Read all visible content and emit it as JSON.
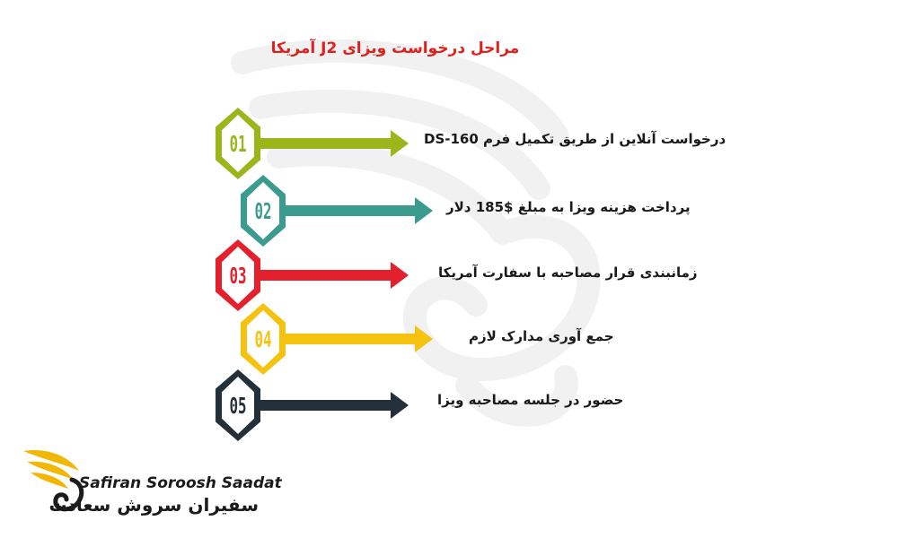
{
  "title": "مراحل درخواست ویزای J2 آمریکا",
  "steps": [
    {
      "number": "01",
      "text": "درخواست آنلاین از طریق تکمیل فرم DS-160",
      "color": "#9bb51a"
    },
    {
      "number": "02",
      "text": "پرداخت هزینه ویزا به مبلغ $185 دلار",
      "color": "#3c9b8f"
    },
    {
      "number": "03",
      "text": "زمانبندی قرار مصاحبه با سفارت آمریکا",
      "color": "#e3202c"
    },
    {
      "number": "04",
      "text": "جمع آوری مدارک لازم",
      "color": "#f4c20f"
    },
    {
      "number": "05",
      "text": "حضور در جلسه مصاحبه ویزا",
      "color": "#23303a"
    }
  ],
  "logo": {
    "name_en": "Safiran Soroosh Saadat",
    "name_fa": "سفیران سروش سعادت",
    "wing_color": "#f2b705",
    "text_color": "#1b1b1b"
  },
  "watermark_icon": "wing-swirl-icon"
}
